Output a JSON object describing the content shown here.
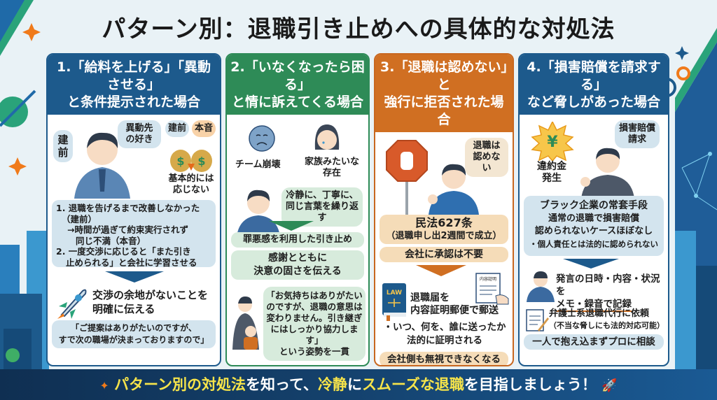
{
  "title": "パターン別：退職引き止めへの具体的な対処法",
  "colors": {
    "blue": "#1d5a8c",
    "green": "#2e8b57",
    "orange": "#d06f22",
    "footer_highlight": "#f7e44a"
  },
  "columns": [
    {
      "header": [
        "1.「給料を上げる」「異動させる」",
        "と条件提示された場合"
      ],
      "tatemae_label": "建前",
      "speech": [
        "異動先",
        "の好き"
      ],
      "tag_tatemae": "建前",
      "tag_honne": "本音",
      "money_caption": [
        "基本的には",
        "応じない"
      ],
      "reasons": [
        "1. 退職を告げるまで改善しなかった",
        "（建前）",
        "→時間が過ぎて約束実行されず",
        "同じ不満（本音）",
        "2. 一度交渉に応じると「また引き",
        "止められる」と会社に学習させる"
      ],
      "action": [
        "交渉の余地がないことを",
        "明確に伝える"
      ],
      "quote": [
        "「ご提案はありがたいのですが、",
        "すで次の職場が決まっておりますので」"
      ]
    },
    {
      "header": [
        "2.「いなくなったら困る」",
        "と情に訴えてくる場合"
      ],
      "face_labels": [
        "チーム崩壊",
        "家族みたいな",
        "存在"
      ],
      "speech": [
        "冷静に、丁寧に、",
        "同じ言葉を繰り返す"
      ],
      "label": "罪悪感を利用した引き止め",
      "action": [
        "感謝とともに",
        "決意の固さを伝える"
      ],
      "quote": [
        "「お気持ちはありがたい",
        "のですが、退職の意思は",
        "変わりません。引き継ぎ",
        "にはしっかり協力します」",
        "という姿勢を一貫"
      ]
    },
    {
      "header": [
        "3.「退職は認めない」と",
        "強行に拒否された場合"
      ],
      "speech": [
        "退職は",
        "認めない"
      ],
      "law": [
        "民法627条",
        "（退職申し出2週間で成立）"
      ],
      "note": "会社に承認は不要",
      "book_label": "LAW",
      "doc_label": "内容証明",
      "action": [
        "退職届を",
        "内容証明郵便で郵送"
      ],
      "proof": [
        "・いつ、何を、誰に送ったか",
        "法的に証明される"
      ],
      "result": "会社側も無視できなくなる"
    },
    {
      "header": [
        "4.「損害賠償を請求する」",
        "など脅しがあった場合"
      ],
      "yen_symbol": "¥",
      "yen_caption": [
        "違約金",
        "発生"
      ],
      "speech": [
        "損害賠償",
        "請求"
      ],
      "facts": [
        "ブラック企業の常套手段",
        "通常の退職で損害賠償",
        "認められないケースほぼなし",
        "・個人責任とは法的に認められない"
      ],
      "record": [
        "発言の日時・内容・状況を",
        "メモ・録音で記録"
      ],
      "lawyer": [
        "弁護士系退職代行に依頼",
        "（不当な脅しにも法的対応可能）"
      ],
      "consult": "一人で抱え込まずプロに相談"
    }
  ],
  "footer": {
    "part1": "パターン別の対処法",
    "part2": "を知って、",
    "part3": "冷静",
    "part4": "に",
    "part5": "スムーズな退職",
    "part6": "を目指しましょう！"
  }
}
